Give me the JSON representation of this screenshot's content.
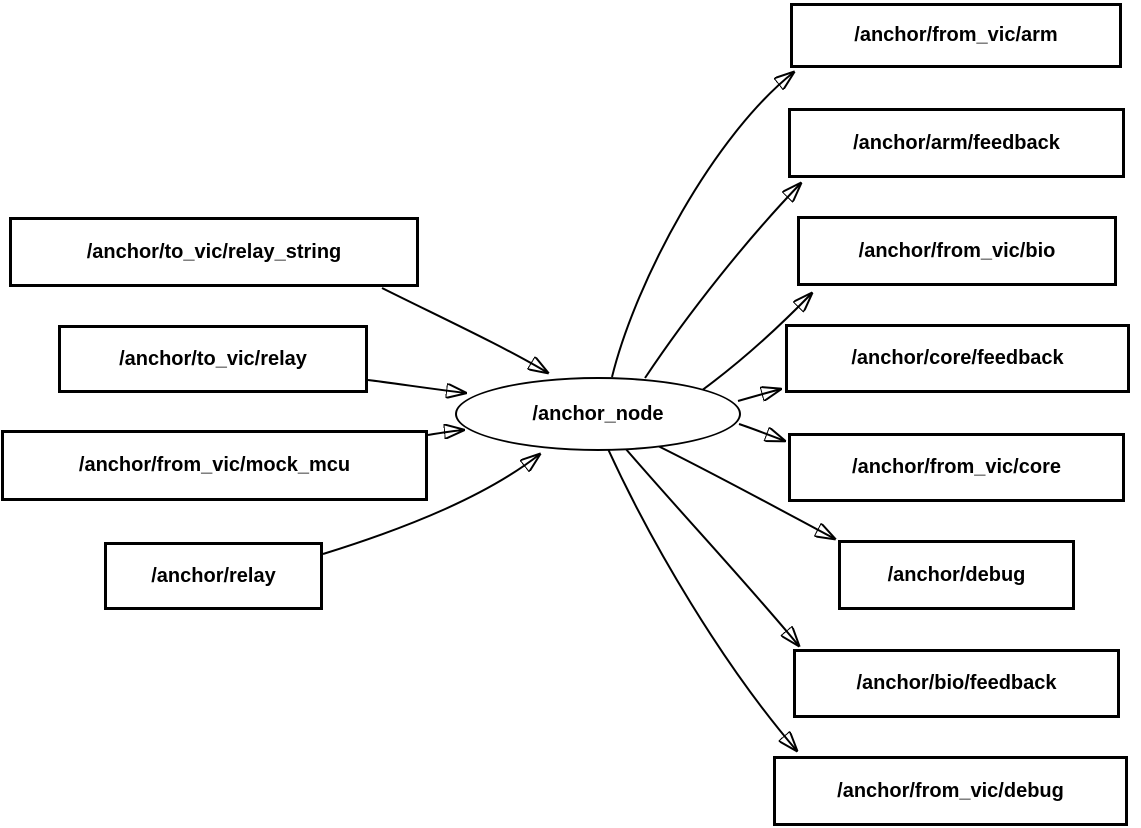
{
  "graph": {
    "center_node": {
      "label": "/anchor_node"
    },
    "input_topics": [
      {
        "label": "/anchor/to_vic/relay_string"
      },
      {
        "label": "/anchor/to_vic/relay"
      },
      {
        "label": "/anchor/from_vic/mock_mcu"
      },
      {
        "label": "/anchor/relay"
      }
    ],
    "output_topics": [
      {
        "label": "/anchor/from_vic/arm"
      },
      {
        "label": "/anchor/arm/feedback"
      },
      {
        "label": "/anchor/from_vic/bio"
      },
      {
        "label": "/anchor/core/feedback"
      },
      {
        "label": "/anchor/from_vic/core"
      },
      {
        "label": "/anchor/debug"
      },
      {
        "label": "/anchor/bio/feedback"
      },
      {
        "label": "/anchor/from_vic/debug"
      }
    ],
    "colors": {
      "node_stroke": "#000000",
      "node_fill": "#ffffff",
      "edge": "#000000",
      "text": "#000000",
      "background": "#ffffff"
    }
  }
}
